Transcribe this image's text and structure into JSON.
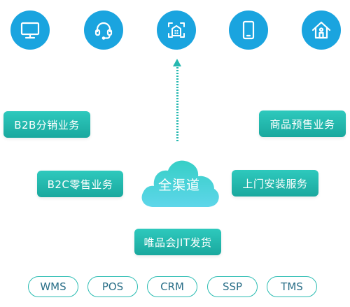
{
  "icons": [
    {
      "name": "monitor-icon",
      "color": "#18a2de"
    },
    {
      "name": "headset-icon",
      "color": "#18a2de"
    },
    {
      "name": "building-scan-icon",
      "color": "#18a2de"
    },
    {
      "name": "tablet-icon",
      "color": "#18a2de"
    },
    {
      "name": "house-icon",
      "color": "#18a2de"
    }
  ],
  "business": {
    "b2b": "B2B分销业务",
    "presale": "商品预售业务",
    "b2c": "B2C零售业务",
    "o2o": "上门安装服务",
    "jit": "唯品会JIT发货"
  },
  "center_label": "全渠道",
  "systems": [
    "WMS",
    "POS",
    "CRM",
    "SSP",
    "TMS"
  ],
  "colors": {
    "teal": "#1fb3a9",
    "blue": "#18a2de",
    "outline_text": "#2a6f88"
  }
}
